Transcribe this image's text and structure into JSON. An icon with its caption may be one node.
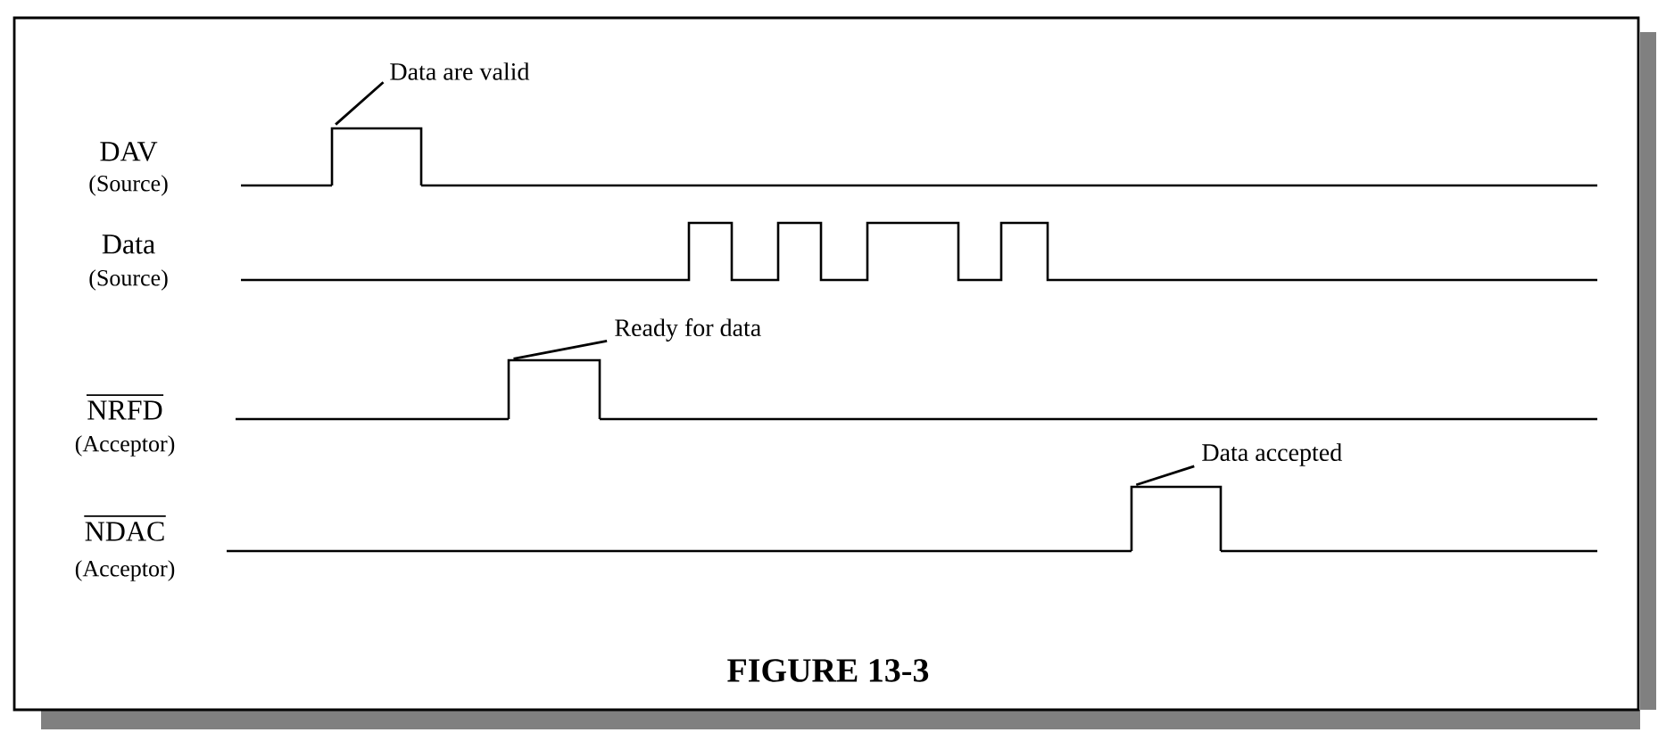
{
  "diagram": {
    "caption": "FIGURE 13-3",
    "nodes": [
      {
        "text": [
          "Data are valid"
        ]
      },
      {
        "text": [
          "Ready for data"
        ]
      },
      {
        "text": [
          "Data accepted"
        ]
      },
      {
        "text": [],
        "shape": "pulse"
      },
      {
        "text": [],
        "shape": "pulse"
      },
      {
        "text": [],
        "shape": "pulse"
      }
    ],
    "edges": [
      {
        "from": 0,
        "to": 3,
        "arrow": "none"
      },
      {
        "from": 1,
        "to": 4,
        "arrow": "none"
      },
      {
        "from": 2,
        "to": 5,
        "arrow": "none"
      }
    ],
    "labels": [
      "DAV",
      "(Source)",
      "Data",
      "(Source)",
      "NRFD",
      "(Acceptor)",
      "NDAC",
      "(Acceptor)"
    ]
  }
}
